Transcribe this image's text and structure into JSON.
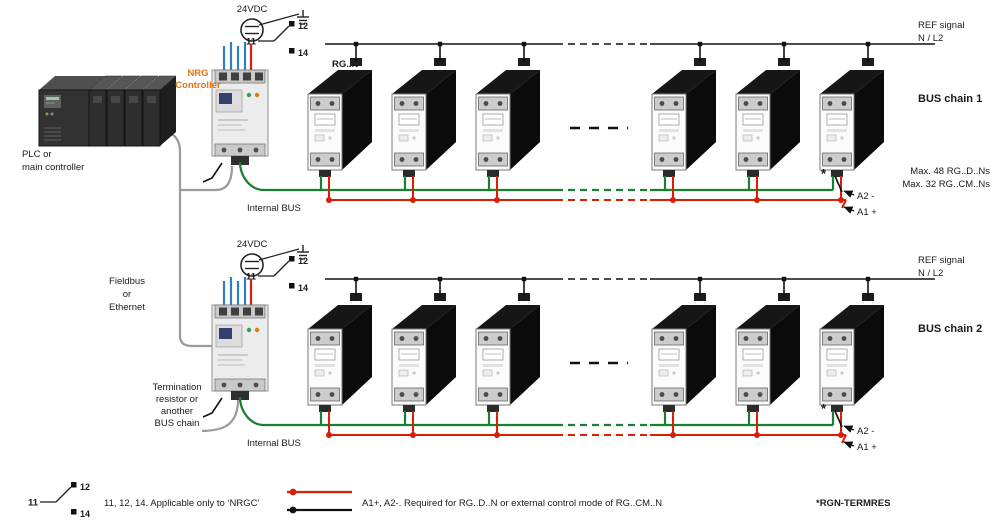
{
  "colors": {
    "wire_red": "#d81e05",
    "wire_green": "#1b7f33",
    "wire_blue": "#2f7fc1",
    "label_orange": "#e8730c"
  },
  "plc": {
    "label1": "PLC or",
    "label2": "main controller"
  },
  "link": {
    "fieldbus1": "Fieldbus",
    "fieldbus2": "or",
    "fieldbus3": "Ethernet",
    "termination1": "Termination",
    "termination2": "resistor or",
    "termination3": "another",
    "termination4": "BUS chain"
  },
  "switch": {
    "t11": "11",
    "t12": "12",
    "t14": "14"
  },
  "chain1": {
    "psu": "24VDC",
    "controller1": "NRG",
    "controller2": "Controller",
    "module": "RG..N",
    "ref1": "REF signal",
    "ref2": "N / L2",
    "title": "BUS chain 1",
    "max1": "Max. 48 RG..D..Ns",
    "max2": "Max. 32 RG..CM..Ns",
    "a2": "A2 -",
    "a1": "A1 +",
    "bus": "Internal BUS",
    "star": "*"
  },
  "chain2": {
    "psu": "24VDC",
    "ref1": "REF signal",
    "ref2": "N / L2",
    "title": "BUS chain 2",
    "a2": "A2 -",
    "a1": "A1 +",
    "bus": "Internal BUS",
    "star": "*"
  },
  "legend": {
    "applicable": "11, 12, 14. Applicable only to ‘NRGC’",
    "required": "A1+, A2-. Required for RG..D..N or external control mode of RG..CM..N",
    "termres": "*RGN-TERMRES"
  }
}
